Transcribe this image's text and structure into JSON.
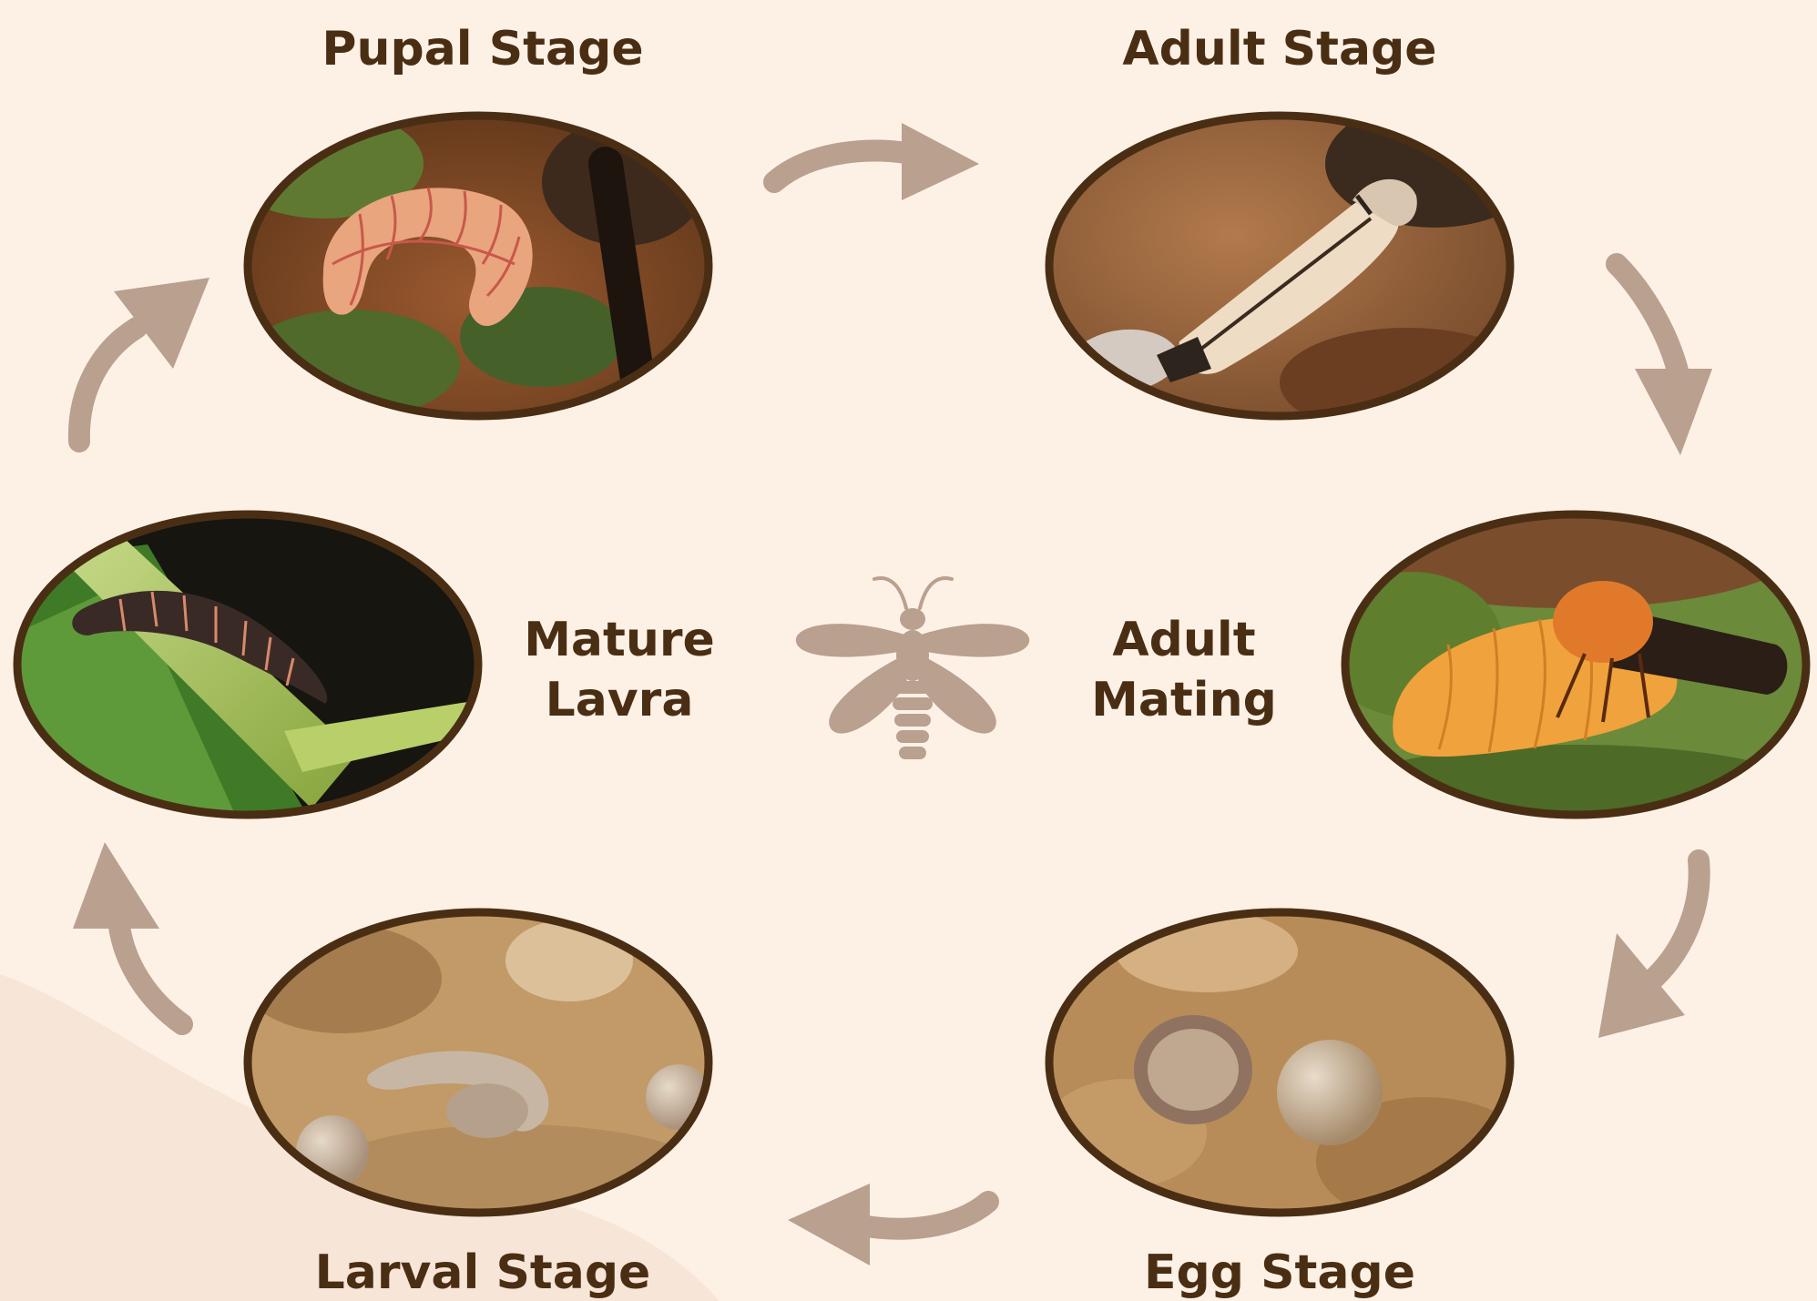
{
  "diagram": {
    "stages": [
      {
        "id": "pupal",
        "label": "Pupal Stage",
        "image": "pupa on mossy soil"
      },
      {
        "id": "adult",
        "label": "Adult Stage",
        "image": "adult firefly emerging from pupal skin"
      },
      {
        "id": "mating",
        "label_lines": [
          "Adult",
          "Mating"
        ],
        "image": "adult fireflies mating on moss"
      },
      {
        "id": "egg",
        "label": "Egg Stage",
        "image": "eggs on soil"
      },
      {
        "id": "larval",
        "label": "Larval Stage",
        "image": "newly hatched larva beside eggs"
      },
      {
        "id": "mature-larva",
        "label_lines": [
          "Mature",
          "Lavra"
        ],
        "image": "larva on green stem"
      }
    ],
    "center_icon": "firefly-icon",
    "cycle_direction": "clockwise"
  },
  "colors": {
    "background": "#fdf1e6",
    "text": "#4a2e14",
    "frame": "#4a2e14",
    "arrow": "#b9a08f",
    "icon": "#b9a08f",
    "corner_shape": "#f7e6d8"
  }
}
